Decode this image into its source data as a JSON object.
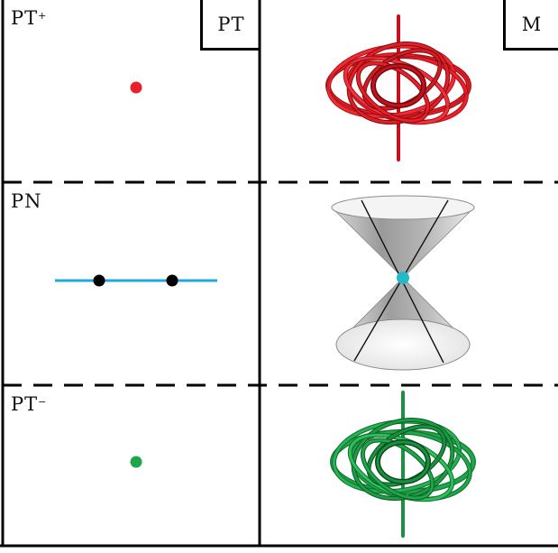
{
  "panels": {
    "left_header": "PT",
    "right_header": "M",
    "row_top_label": {
      "base": "PT",
      "sign": "+"
    },
    "row_mid_label": "PN",
    "row_bot_label": {
      "base": "PT",
      "sign": "−"
    }
  },
  "colors": {
    "red": "#e8202a",
    "red_dark": "#8b0a10",
    "blue_line": "#1ea7e1",
    "cyan_point": "#23b9c8",
    "green": "#1fa64a",
    "green_dark": "#0d5e24",
    "black": "#000000"
  }
}
